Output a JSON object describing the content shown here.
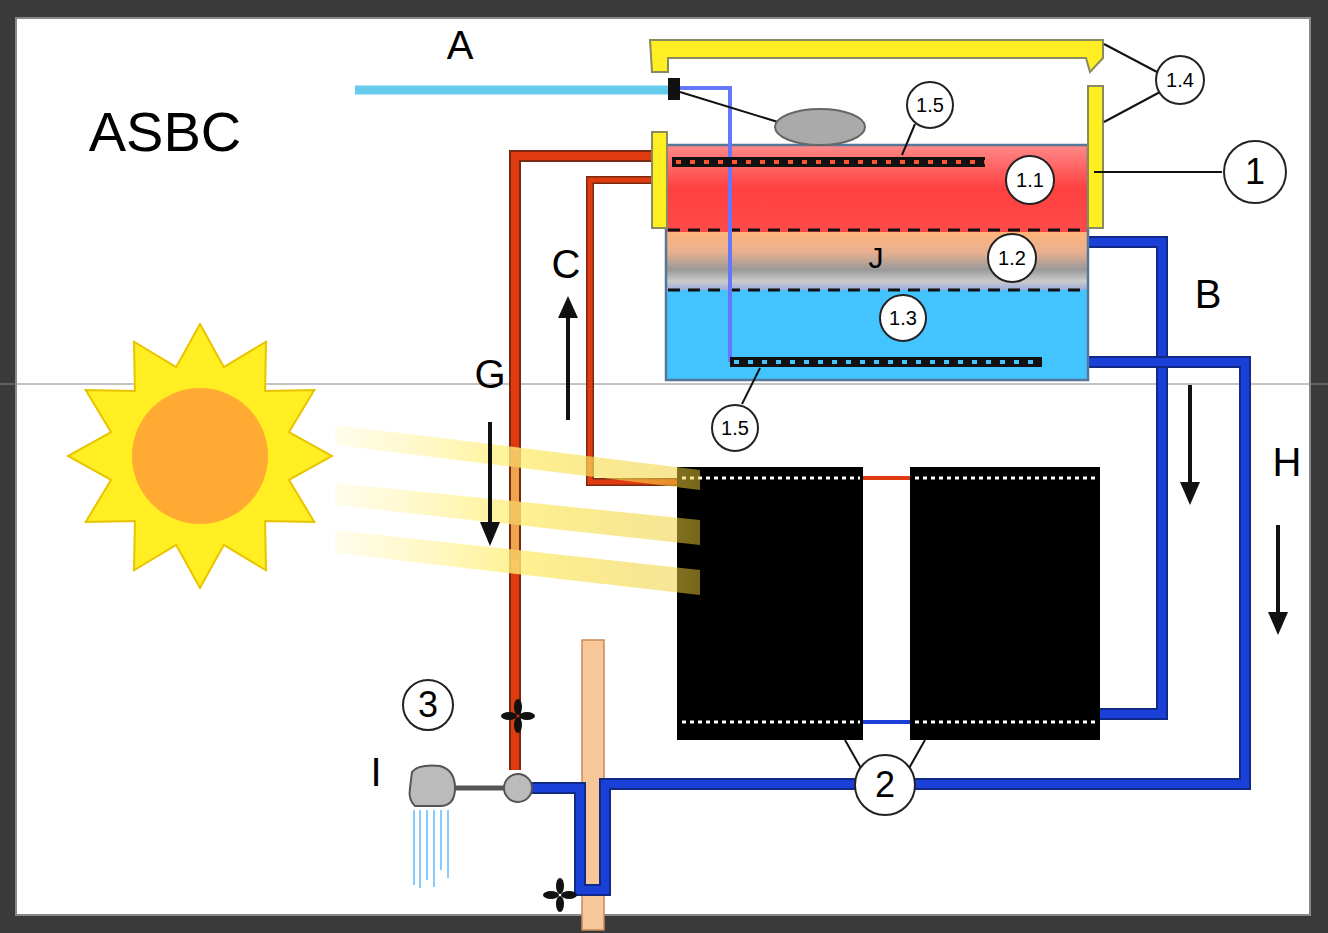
{
  "diagram": {
    "title": "ASBC",
    "nodes": [
      {
        "text": [
          "1.4"
        ]
      },
      {
        "text": [
          "1.5"
        ]
      },
      {
        "text": [
          "1"
        ]
      },
      {
        "text": [
          "1.1"
        ]
      },
      {
        "text": [
          "1.2"
        ]
      },
      {
        "text": [
          "1.3"
        ]
      },
      {
        "text": [
          "1.5"
        ]
      },
      {
        "text": [
          "3"
        ]
      },
      {
        "text": [
          "2"
        ]
      }
    ],
    "labels": [
      "A",
      "C",
      "G",
      "B",
      "H",
      "I",
      "J"
    ]
  }
}
